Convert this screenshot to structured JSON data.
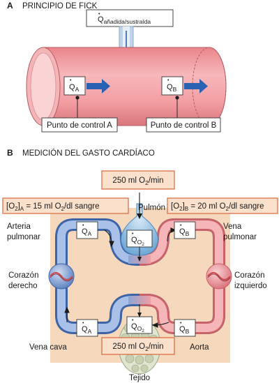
{
  "panel_a": {
    "letter": "A",
    "title": "PRINCIPIO DE FICK",
    "q_added": {
      "main": "Q",
      "sub": "añadida/sustraída"
    },
    "q_a": {
      "main": "Q",
      "sub": "A"
    },
    "q_b": {
      "main": "Q",
      "sub": "B"
    },
    "control_a": "Punto de control A",
    "control_b": "Punto de control B"
  },
  "panel_b": {
    "letter": "B",
    "title": "MEDICIÓN DEL GASTO CARDÍACO",
    "o2_top": {
      "pre": "250 ml O",
      "sub": "2",
      "post": "/min"
    },
    "o2_bottom": {
      "pre": "250 ml O",
      "sub": "2",
      "post": "/min"
    },
    "conc_a": {
      "b1": "[O",
      "sub1": "2",
      "b2": "]",
      "sub2": "A",
      "rest1": " = 15 ml O",
      "sub3": "2",
      "rest2": "/dl sangre"
    },
    "conc_b": {
      "b1": "[O",
      "sub1": "2",
      "b2": "]",
      "sub2": "B",
      "rest1": " = 20 ml O",
      "sub3": "2",
      "rest2": "/dl sangre"
    },
    "pulmon": "Pulmón",
    "arteria_1": "Arteria",
    "arteria_2": "pulmonar",
    "vena_pulm_1": "Vena",
    "vena_pulm_2": "pulmonar",
    "corazon_der_1": "Corazón",
    "corazon_der_2": "derecho",
    "corazon_izq_1": "Corazón",
    "corazon_izq_2": "izquierdo",
    "vena_cava": "Vena cava",
    "aorta": "Aorta",
    "tejido": "Tejido",
    "q_pa": {
      "main": "Q",
      "sub": "A"
    },
    "q_pv": {
      "main": "Q",
      "sub": "B"
    },
    "q_vc": {
      "main": "Q",
      "sub": "A"
    },
    "q_ao": {
      "main": "Q",
      "sub": "B"
    },
    "q_lung": {
      "main": "Q",
      "sub": "O",
      "sub2": "2"
    },
    "q_tissue": {
      "main": "Q",
      "sub": "O",
      "sub2": "2"
    }
  },
  "colors": {
    "vessel": "#f2a3a7",
    "vessel_dark": "#d9787d",
    "arrow": "#2a62b3",
    "blood_red": "#ee8e92",
    "blood_blue": "#7c9fd4",
    "tissue_bg": "#f6d9bc",
    "label_box_fill": "#fbe1cc",
    "label_box_stroke": "#d8663a"
  }
}
